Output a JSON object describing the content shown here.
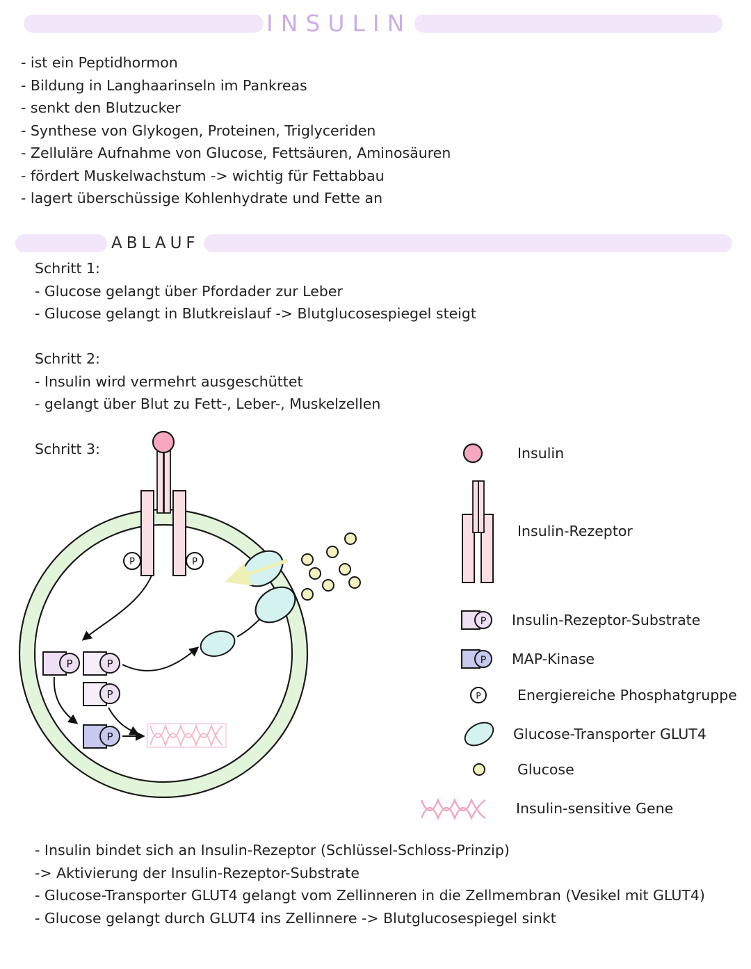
{
  "title": {
    "text": "INSULIN"
  },
  "facts": [
    "- ist ein Peptidhormon",
    "- Bildung in Langhaarinseln im Pankreas",
    "- senkt den Blutzucker",
    "- Synthese von Glykogen, Proteinen, Triglyceriden",
    "- Zelluläre Aufnahme von Glucose, Fettsäuren, Aminosäuren",
    "- fördert Muskelwachstum -> wichtig für Fettabbau",
    "- lagert überschüssige Kohlenhydrate und Fette an"
  ],
  "ablauf": {
    "heading": "ABLAUF",
    "steps": [
      "Schritt 1:",
      "- Glucose gelangt über Pfordader zur Leber",
      "- Glucose gelangt in Blutkreislauf -> Blutglucosespiegel steigt",
      "",
      "Schritt 2:",
      "- Insulin wird vermehrt ausgeschüttet",
      "- gelangt über Blut zu Fett-, Leber-, Muskelzellen"
    ],
    "step3_label": "Schritt 3:"
  },
  "diagram": {
    "phosphate_glyph": "P",
    "receptor_p_left": "P",
    "receptor_p_right": "P",
    "substrate_p": "P",
    "mapkinase_p": "P"
  },
  "legend": {
    "items": [
      {
        "icon": "insulin-circle-icon",
        "label": "Insulin"
      },
      {
        "icon": "insulin-receptor-icon",
        "label": "Insulin-Rezeptor"
      },
      {
        "icon": "irs-square-p-icon",
        "label": "Insulin-Rezeptor-Substrate"
      },
      {
        "icon": "map-kinase-square-p-icon",
        "label": "MAP-Kinase"
      },
      {
        "icon": "phosphate-circle-icon",
        "label": "Energiereiche Phosphatgruppe"
      },
      {
        "icon": "glut4-ellipse-icon",
        "label": "Glucose-Transporter GLUT4"
      },
      {
        "icon": "glucose-dot-icon",
        "label": "Glucose"
      },
      {
        "icon": "dna-helix-icon",
        "label": "Insulin-sensitive Gene"
      }
    ]
  },
  "conclusion": [
    "- Insulin bindet sich an Insulin-Rezeptor (Schlüssel-Schloss-Prinzip)",
    "-> Aktivierung der Insulin-Rezeptor-Substrate",
    "- Glucose-Transporter GLUT4 gelangt vom Zellinneren in die Zellmembran (Vesikel mit GLUT4)",
    "- Glucose gelangt durch GLUT4 ins Zellinnere -> Blutglucosespiegel sinkt"
  ],
  "colors": {
    "highlight_bar": "#f2e7fa",
    "title_purple": "#cbaee8",
    "insulin_pink": "#f7a8c0",
    "receptor_pink": "#fbdde4",
    "membrane_green": "#e2f5da",
    "glut4_cyan": "#d4f2f0",
    "glucose_yellow": "#f2f2c0",
    "irs_lavender": "#eee0f2",
    "mapkinase_periwinkle": "#c7c9ee",
    "dna_pink": "#f7b9c8"
  }
}
